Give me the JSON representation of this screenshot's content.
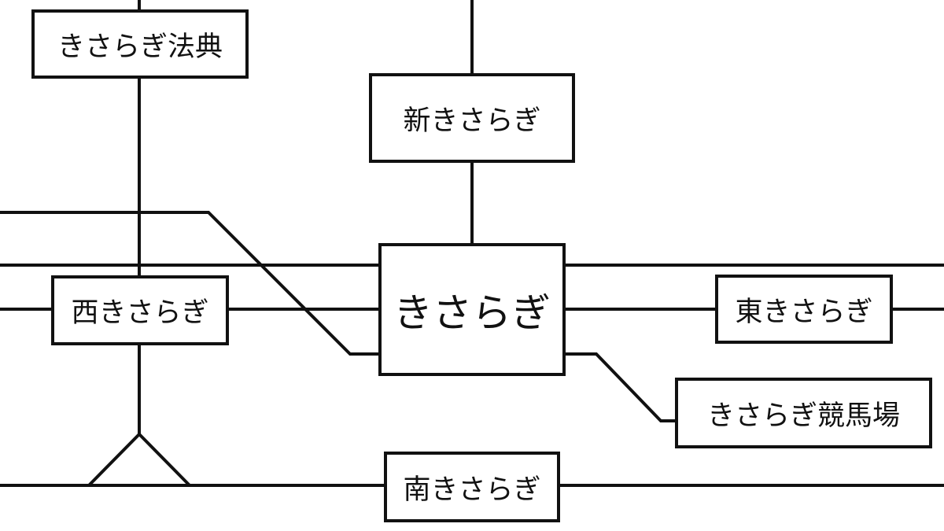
{
  "diagram": {
    "stations": {
      "houten": "きさらぎ法典",
      "shin": "新きさらぎ",
      "main": "きさらぎ",
      "nishi": "西きさらぎ",
      "higashi": "東きさらぎ",
      "keibajo": "きさらぎ競馬場",
      "minami": "南きさらぎ"
    },
    "colors": {
      "line": "#111111",
      "box_border": "#111111",
      "background": "#ffffff"
    }
  }
}
